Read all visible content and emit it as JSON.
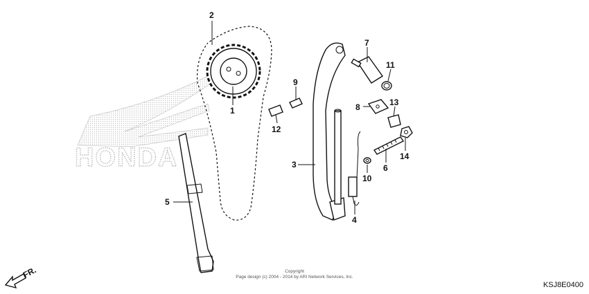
{
  "watermark": {
    "brand": "HONDA"
  },
  "callouts": {
    "c1": "1",
    "c2": "2",
    "c3": "3",
    "c4": "4",
    "c5": "5",
    "c6": "6",
    "c7": "7",
    "c8": "8",
    "c9": "9",
    "c10": "10",
    "c11": "11",
    "c12": "12",
    "c13": "13",
    "c14": "14"
  },
  "direction": {
    "label": "FR."
  },
  "footer": {
    "copyright_title": "Copyright",
    "copyright_line": "Page design (c) 2004 - 2014 by ARI Network Services, Inc.",
    "diagram_code": "KSJ8E0400"
  }
}
